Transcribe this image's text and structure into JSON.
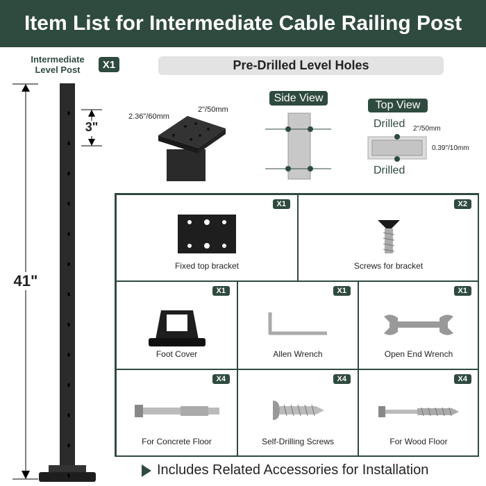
{
  "title": "Item List for Intermediate Cable Railing Post",
  "post": {
    "label_line1": "Intermediate",
    "label_line2": "Level Post",
    "qty": "X1",
    "height": "41\"",
    "spacing": "3\""
  },
  "holes": {
    "title": "Pre-Drilled Level Holes",
    "dim_a": "2.36\"/60mm",
    "dim_b": "2\"/50mm",
    "side_view": "Side View",
    "top_view": "Top View",
    "drilled_top": "Drilled",
    "drilled_bottom": "Drilled",
    "top_width": "2\"/50mm",
    "top_thickness": "0.39\"/10mm"
  },
  "items": [
    {
      "name": "Fixed top bracket",
      "qty": "X1"
    },
    {
      "name": "Screws for bracket",
      "qty": "X2"
    },
    {
      "name": "Foot Cover",
      "qty": "X1"
    },
    {
      "name": "Allen Wrench",
      "qty": "X1"
    },
    {
      "name": "Open End Wrench",
      "qty": "X1"
    },
    {
      "name": "For Concrete Floor",
      "qty": "X4"
    },
    {
      "name": "Self-Drilling Screws",
      "qty": "X4"
    },
    {
      "name": "For Wood Floor",
      "qty": "X4"
    }
  ],
  "footer": "Includes Related Accessories for Installation",
  "colors": {
    "brand": "#2f4a3f"
  }
}
